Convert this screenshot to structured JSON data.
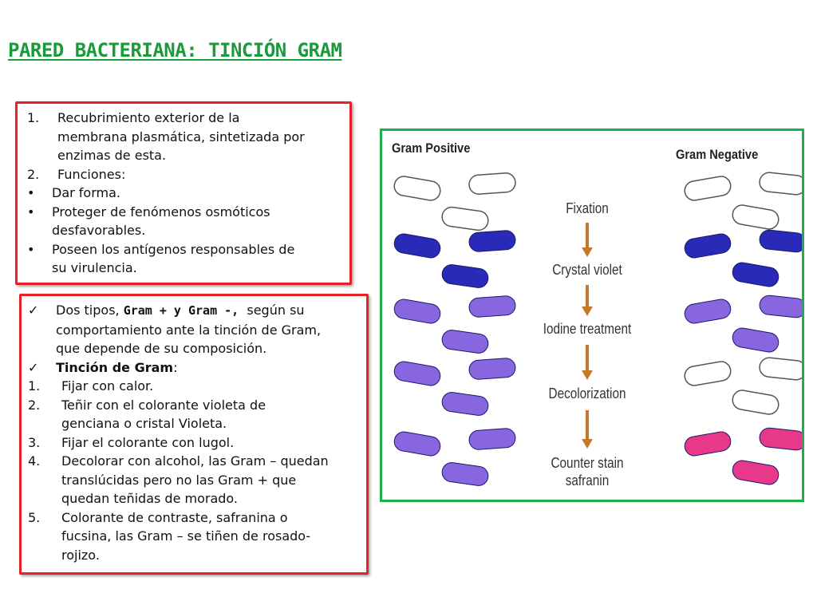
{
  "slide": {
    "title": "PARED BACTERIANA: TINCIÓN GRAM",
    "title_color": "#1a9a3a",
    "box_border_color": "#e8202a",
    "figure_border_color": "#1fae4b"
  },
  "box1": {
    "lines": [
      {
        "marker": "1.",
        "text": "Recubrimiento exterior de la"
      },
      {
        "marker": "",
        "text": "membrana plasmática, sintetizada por"
      },
      {
        "marker": "",
        "text": "enzimas de esta."
      },
      {
        "marker": "2.",
        "text": "Funciones:"
      },
      {
        "marker": "•",
        "text": "Dar forma."
      },
      {
        "marker": "•",
        "text": "Proteger de fenómenos osmóticos"
      },
      {
        "marker": "",
        "text": "desfavorables."
      },
      {
        "marker": "•",
        "text": "Poseen los antígenos responsables de"
      },
      {
        "marker": "",
        "text": "su virulencia."
      }
    ]
  },
  "box2": {
    "intro": {
      "marker": "✓",
      "before": "Dos tipos, ",
      "bold1": "Gram + y Gram -,",
      "after": "  según su"
    },
    "intro_cont": [
      "comportamiento ante la tinción de Gram,",
      "que depende de su composición."
    ],
    "tincion": {
      "marker": "✓",
      "label": "Tinción de Gram",
      "colon": ":"
    },
    "steps": [
      {
        "marker": "1.",
        "lines": [
          "Fijar con calor."
        ]
      },
      {
        "marker": "2.",
        "lines": [
          "Teñir con el colorante violeta de",
          "genciana o cristal Violeta."
        ]
      },
      {
        "marker": "3.",
        "lines": [
          "Fijar el colorante con lugol."
        ]
      },
      {
        "marker": "4.",
        "lines": [
          "Decolorar con alcohol, las Gram – quedan",
          "translúcidas pero no las Gram + que",
          "quedan teñidas de morado."
        ]
      },
      {
        "marker": "5.",
        "lines": [
          "Colorante de contraste, safranina o",
          "fucsina, las Gram – se tiñen de rosado-",
          "rojizo."
        ]
      }
    ]
  },
  "figure": {
    "positive_label": "Gram Positive",
    "negative_label": "Gram Negative",
    "stages": [
      "Fixation",
      "Crystal violet",
      "Iodine treatment",
      "Decolorization",
      "Counter stain safranin"
    ],
    "stage_lines": [
      [
        "Fixation"
      ],
      [
        "Crystal violet"
      ],
      [
        "Iodine treatment"
      ],
      [
        "Decolorization"
      ],
      [
        "Counter stain",
        "safranin"
      ]
    ],
    "positive_colors": [
      "#ffffff",
      "#2a2ab8",
      "#8866e0",
      "#8866e0",
      "#8866e0"
    ],
    "negative_colors": [
      "#ffffff",
      "#2a2ab8",
      "#8866e0",
      "#ffffff",
      "#e8388a"
    ],
    "arrow_color": "#c8782a"
  }
}
